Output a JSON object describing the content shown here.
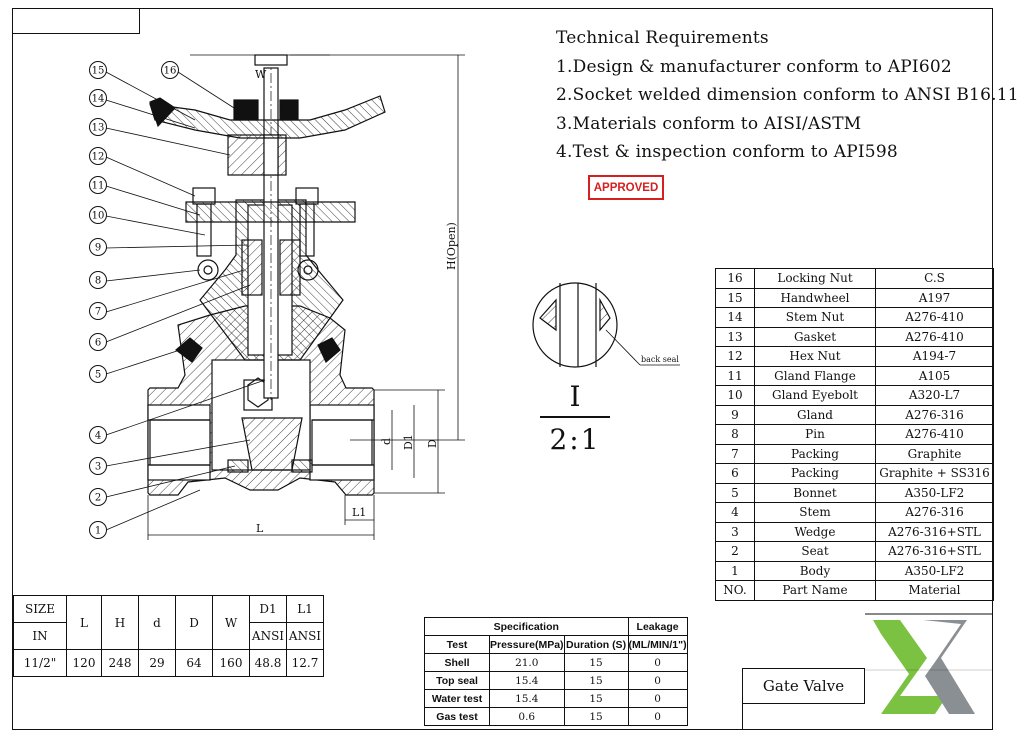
{
  "technical_requirements": {
    "heading": "Technical Requirements",
    "items": [
      "1.Design & manufacturer conform to API602",
      "2.Socket welded dimension conform to ANSI B16.11",
      "3.Materials conform to AISI/ASTM",
      "4.Test & inspection conform to API598"
    ]
  },
  "stamp": {
    "label": "APPROVED",
    "color": "#d42020"
  },
  "detail": {
    "label": "I",
    "scale": "2:1",
    "callout": "back seal"
  },
  "drawing": {
    "dims": {
      "L": "L",
      "H": "H(Open)",
      "W": "W",
      "L1": "L1",
      "d": "d",
      "D1": "D1",
      "D": "D"
    },
    "balloons": [
      "15",
      "16",
      "14",
      "13",
      "12",
      "11",
      "10",
      "9",
      "8",
      "7",
      "6",
      "5",
      "4",
      "3",
      "2",
      "1"
    ]
  },
  "parts_list": {
    "rows": [
      {
        "no": "16",
        "name": "Locking Nut",
        "material": "C.S"
      },
      {
        "no": "15",
        "name": "Handwheel",
        "material": "A197"
      },
      {
        "no": "14",
        "name": "Stem Nut",
        "material": "A276-410"
      },
      {
        "no": "13",
        "name": "Gasket",
        "material": "A276-410"
      },
      {
        "no": "12",
        "name": "Hex Nut",
        "material": "A194-7"
      },
      {
        "no": "11",
        "name": "Gland Flange",
        "material": "A105"
      },
      {
        "no": "10",
        "name": "Gland Eyebolt",
        "material": "A320-L7"
      },
      {
        "no": "9",
        "name": "Gland",
        "material": "A276-316"
      },
      {
        "no": "8",
        "name": "Pin",
        "material": "A276-410"
      },
      {
        "no": "7",
        "name": "Packing",
        "material": "Graphite"
      },
      {
        "no": "6",
        "name": "Packing",
        "material": "Graphite + SS316"
      },
      {
        "no": "5",
        "name": "Bonnet",
        "material": "A350-LF2"
      },
      {
        "no": "4",
        "name": "Stem",
        "material": "A276-316"
      },
      {
        "no": "3",
        "name": "Wedge",
        "material": "A276-316+STL"
      },
      {
        "no": "2",
        "name": "Seat",
        "material": "A276-316+STL"
      },
      {
        "no": "1",
        "name": "Body",
        "material": "A350-LF2"
      }
    ],
    "header": {
      "no": "NO.",
      "name": "Part Name",
      "material": "Material"
    }
  },
  "dimension_table": {
    "size_label": "SIZE",
    "size_unit": "IN",
    "cols": [
      "L",
      "H",
      "d",
      "D",
      "W",
      "D1",
      "L1"
    ],
    "sub": {
      "D1": "ANSI",
      "L1": "ANSI"
    },
    "row": {
      "size": "11/2\"",
      "L": "120",
      "H": "248",
      "d": "29",
      "D": "64",
      "W": "160",
      "D1": "48.8",
      "L1": "12.7"
    }
  },
  "spec_table": {
    "spec_header": "Specification",
    "leakage_header": "Leakage",
    "col_test": "Test",
    "col_pressure": "Pressure(MPa)",
    "col_duration": "Duration (S)",
    "col_leak_unit": "(ML/MIN/1\")",
    "rows": [
      {
        "test": "Shell",
        "pressure": "21.0",
        "duration": "15",
        "leak": "0"
      },
      {
        "test": "Top seal",
        "pressure": "15.4",
        "duration": "15",
        "leak": "0"
      },
      {
        "test": "Water test",
        "pressure": "15.4",
        "duration": "15",
        "leak": "0"
      },
      {
        "test": "Gas test",
        "pressure": "0.6",
        "duration": "15",
        "leak": "0"
      }
    ]
  },
  "title_block": {
    "title": "Gate Valve"
  },
  "logo": {
    "green": "#7cc242",
    "gray": "#8a8f93"
  }
}
